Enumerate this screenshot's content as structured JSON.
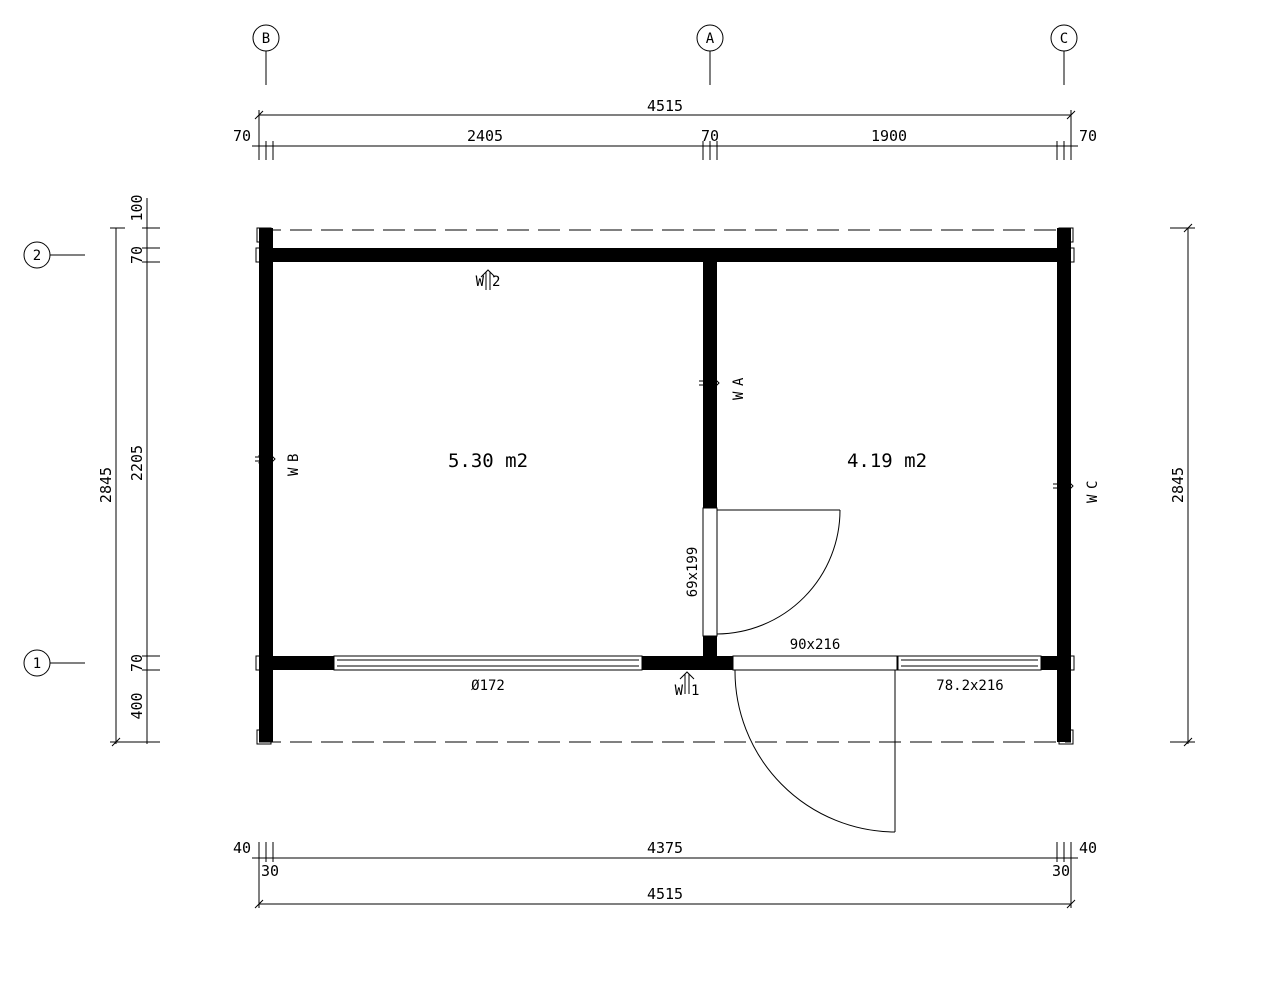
{
  "axes": {
    "columns": [
      "B",
      "A",
      "C"
    ],
    "rows": [
      "2",
      "1"
    ]
  },
  "dimensions": {
    "top_total": "4515",
    "top_left_edge": "70",
    "top_span_left": "2405",
    "top_mid": "70",
    "top_span_right": "1900",
    "top_right_edge": "70",
    "left_total": "2845",
    "left_top_overhang": "100",
    "left_top_wall": "70",
    "left_inner": "2205",
    "left_bottom_wall": "70",
    "left_bottom_overhang": "400",
    "right_total": "2845",
    "bottom_left_outer": "40",
    "bottom_left_inner": "30",
    "bottom_inner": "4375",
    "bottom_right_inner": "30",
    "bottom_right_outer": "40",
    "bottom_total": "4515"
  },
  "rooms": {
    "left_area": "5.30 m2",
    "right_area": "4.19 m2"
  },
  "openings": {
    "window_front": "Ø172",
    "door_inner": "69x199",
    "door_front": "90x216",
    "window_right": "78.2x216"
  },
  "wall_tags": {
    "w2": {
      "w": "W",
      "num": "2"
    },
    "wb": {
      "w": "W",
      "num": "B"
    },
    "wa": {
      "w": "W",
      "num": "A"
    },
    "wc": {
      "w": "W",
      "num": "C"
    },
    "w1": {
      "w": "W",
      "num": "1"
    }
  }
}
